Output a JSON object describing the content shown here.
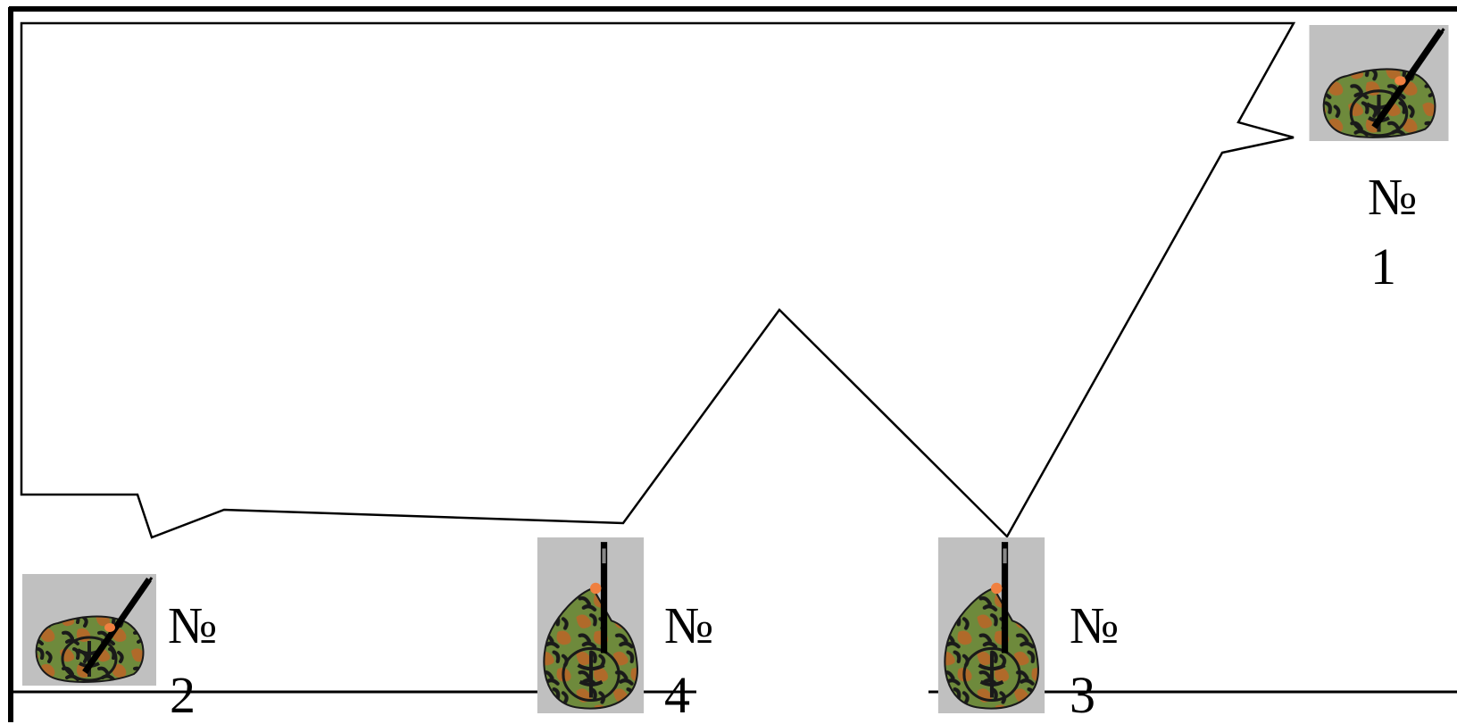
{
  "soldiers": [
    {
      "id": "1",
      "sign": "№",
      "number": "1",
      "pose": "prone-rifle-diagonal"
    },
    {
      "id": "2",
      "sign": "№",
      "number": "2",
      "pose": "prone-rifle-diagonal"
    },
    {
      "id": "3",
      "sign": "№",
      "number": "3",
      "pose": "kneeling-rifle-up"
    },
    {
      "id": "4",
      "sign": "№",
      "number": "4",
      "pose": "kneeling-rifle-up"
    }
  ],
  "colors": {
    "camo_base": "#6e8a3c",
    "camo_brown": "#b06a2a",
    "camo_dark": "#1a1a1a",
    "photo_bg": "#c0c0c0",
    "line": "#000000",
    "hand": "#f08040"
  }
}
